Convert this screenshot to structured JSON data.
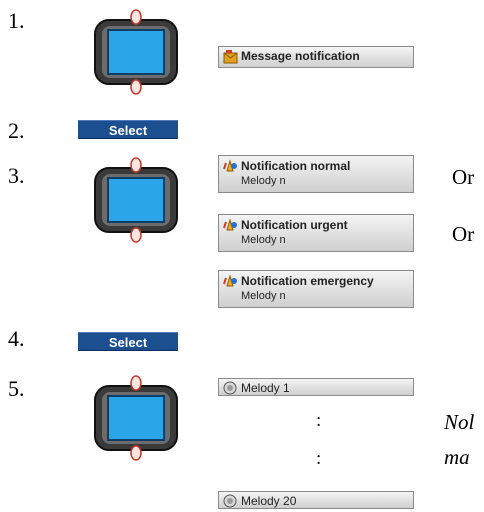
{
  "steps": [
    "1.",
    "2.",
    "3.",
    "4.",
    "5."
  ],
  "select_label": "Select",
  "step1": {
    "message_notification": "Message notification"
  },
  "step3": {
    "items": [
      {
        "title": "Notification normal",
        "sub": "Melody n"
      },
      {
        "title": "Notification urgent",
        "sub": "Melody n"
      },
      {
        "title": "Notification emergency",
        "sub": "Melody n"
      }
    ],
    "or_1": "Or",
    "or_2": "Or"
  },
  "step5": {
    "first": "Melody 1",
    "last": "Melody 20",
    "colon": ":",
    "note_line1": "Nol",
    "note_line2": "ma"
  },
  "colors": {
    "select_bg": "#1c4f8f",
    "screen": "#2aa5e8",
    "device_body": "#3a3a3a",
    "arrow_red": "#c0392b"
  },
  "icons": {
    "envelope": "folder-envelope-icon",
    "alarm": "alarm-notification-icon",
    "melody": "radio-melody-icon",
    "device_up": "finger-up-arrow-icon",
    "device_down": "finger-down-arrow-icon"
  }
}
